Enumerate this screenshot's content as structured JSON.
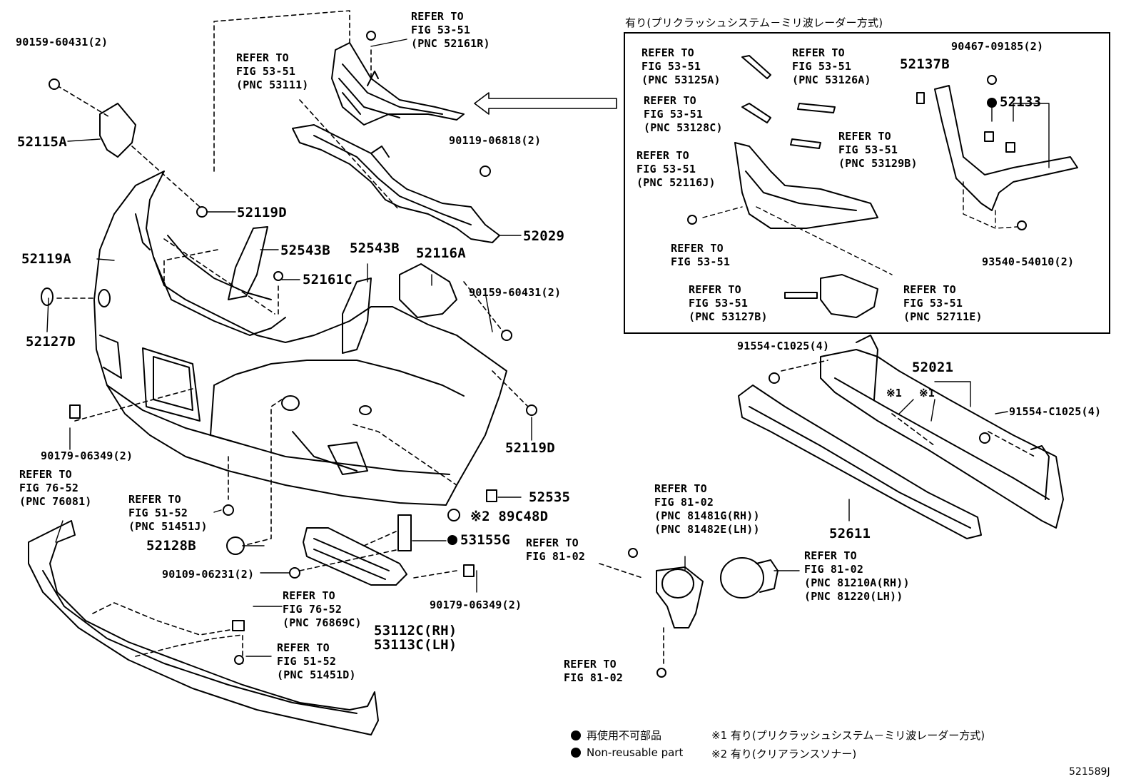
{
  "diagram_code": "521589J",
  "inset": {
    "title": "有り(プリクラッシュシステム－ミリ波レーダー方式)"
  },
  "legend": {
    "non_reusable_jp": "再使用不可部品",
    "non_reusable_en": "Non-reusable part",
    "note1": "※1 有り(プリクラッシュシステム－ミリ波レーダー方式)",
    "note2": "※2 有り(クリアランスソナー)"
  },
  "labels": {
    "p90159_60431_a": "90159-60431(2)",
    "ref_52161R_1": "REFER TO",
    "ref_52161R_2": "FIG 53-51",
    "ref_52161R_3": "(PNC 52161R)",
    "ref_53111_1": "REFER TO",
    "ref_53111_2": "FIG 53-51",
    "ref_53111_3": "(PNC 53111)",
    "p52115A": "52115A",
    "p90119_06818": "90119-06818(2)",
    "p52119D_a": "52119D",
    "p52029": "52029",
    "p52119A": "52119A",
    "p52543B_a": "52543B",
    "p52543B_b": "52543B",
    "p52116A": "52116A",
    "p52161C": "52161C",
    "p90159_60431_b": "90159-60431(2)",
    "p52127D": "52127D",
    "p52119D_b": "52119D",
    "p90179_06349_a": "90179-06349(2)",
    "ref_76081_1": "REFER TO",
    "ref_76081_2": "FIG 76-52",
    "ref_76081_3": "(PNC 76081)",
    "ref_51451J_1": "REFER TO",
    "ref_51451J_2": "FIG 51-52",
    "ref_51451J_3": "(PNC 51451J)",
    "p52128B": "52128B",
    "p52535": "52535",
    "p89C48D": "※2 89C48D",
    "p53155G": "53155G",
    "p90109_06231": "90109-06231(2)",
    "p90179_06349_b": "90179-06349(2)",
    "ref_76869C_1": "REFER TO",
    "ref_76869C_2": "FIG 76-52",
    "ref_76869C_3": "(PNC 76869C)",
    "ref_51451D_1": "REFER TO",
    "ref_51451D_2": "FIG 51-52",
    "ref_51451D_3": "(PNC 51451D)",
    "p53112C": "53112C(RH)",
    "p53113C": "53113C(LH)",
    "ref_81481G_1": "REFER TO",
    "ref_81481G_2": "FIG 81-02",
    "ref_81481G_3": "(PNC 81481G(RH))",
    "ref_81481G_4": "(PNC 81482E(LH))",
    "ref_8102_a1": "REFER TO",
    "ref_8102_a2": "FIG 81-02",
    "ref_8102_b1": "REFER TO",
    "ref_8102_b2": "FIG 81-02",
    "ref_81210A_1": "REFER TO",
    "ref_81210A_2": "FIG 81-02",
    "ref_81210A_3": "(PNC 81210A(RH))",
    "ref_81210A_4": "(PNC 81220(LH))",
    "p91554_C1025_a": "91554-C1025(4)",
    "p52021": "52021",
    "note_x1_a": "※1",
    "note_x1_b": "※1",
    "p91554_C1025_b": "91554-C1025(4)",
    "p52611": "52611",
    "in_ref_53125A_1": "REFER TO",
    "in_ref_53125A_2": "FIG 53-51",
    "in_ref_53125A_3": "(PNC 53125A)",
    "in_ref_53126A_1": "REFER TO",
    "in_ref_53126A_2": "FIG 53-51",
    "in_ref_53126A_3": "(PNC 53126A)",
    "in_p90467": "90467-09185(2)",
    "in_p52137B": "52137B",
    "in_p52133": "52133",
    "in_ref_53128C_1": "REFER TO",
    "in_ref_53128C_2": "FIG 53-51",
    "in_ref_53128C_3": "(PNC 53128C)",
    "in_ref_53129B_1": "REFER TO",
    "in_ref_53129B_2": "FIG 53-51",
    "in_ref_53129B_3": "(PNC 53129B)",
    "in_ref_52116J_1": "REFER TO",
    "in_ref_52116J_2": "FIG 53-51",
    "in_ref_52116J_3": "(PNC 52116J)",
    "in_ref_5351_1": "REFER TO",
    "in_ref_5351_2": "FIG 53-51",
    "in_p93540": "93540-54010(2)",
    "in_ref_53127B_1": "REFER TO",
    "in_ref_53127B_2": "FIG 53-51",
    "in_ref_53127B_3": "(PNC 53127B)",
    "in_ref_52711E_1": "REFER TO",
    "in_ref_52711E_2": "FIG 53-51",
    "in_ref_52711E_3": "(PNC 52711E)"
  }
}
